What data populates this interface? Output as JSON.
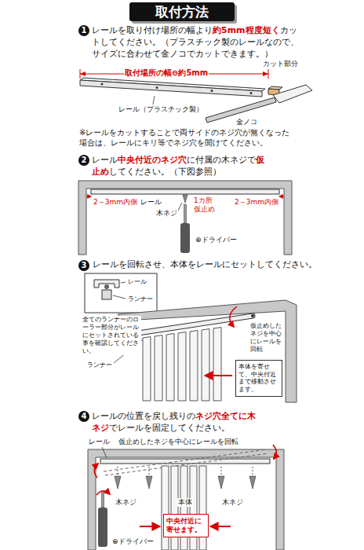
{
  "diagram": {
    "title": "取付方法",
    "nodes": [
      {
        "text": [
          "本体を寄せて、中央付近まで移動させます。"
        ]
      },
      {
        "text": [
          "中央付近に寄せます。"
        ]
      }
    ],
    "labels": [
      "1",
      "レールを取り付け場所の幅より",
      "約5mm程度短く",
      "カットしてください。（プラスチック製のレールなので、サイズに合わせて金ノコでカットできます。）",
      "取付場所の幅⊖約5mm",
      "カット部分",
      "レール（プラスチック製）",
      "金ノコ",
      "※レールをカットすることで両サイドのネジ穴が無くなった場合は、レールにキリ等でネジ穴を開けてください。",
      "2",
      "レール",
      "中央付近のネジ穴",
      "に付属の木ネジで",
      "仮止め",
      "してください。（下図参照）",
      "2～3mm内側",
      "レール",
      "1カ所仮止め",
      "2～3mm内側",
      "木ネジ",
      "⊕ドライバー",
      "3",
      "レールを回転させ、本体をレールにセットしてください。",
      "レール",
      "ランナー",
      "全てのランナーのローラー部分がレールにセットされている事を確認してください。",
      "ランナー",
      "仮止めしたネジを中心にレールを回転",
      "4",
      "レールの位置を戻し残りの",
      "ネジ穴全てに",
      "木ネジ",
      "でレールを固定してください。",
      "レール",
      "仮止めしたネジを中心にレールを回転",
      "木ネジ",
      "本体",
      "木ネジ",
      "⊕ドライバー"
    ]
  }
}
